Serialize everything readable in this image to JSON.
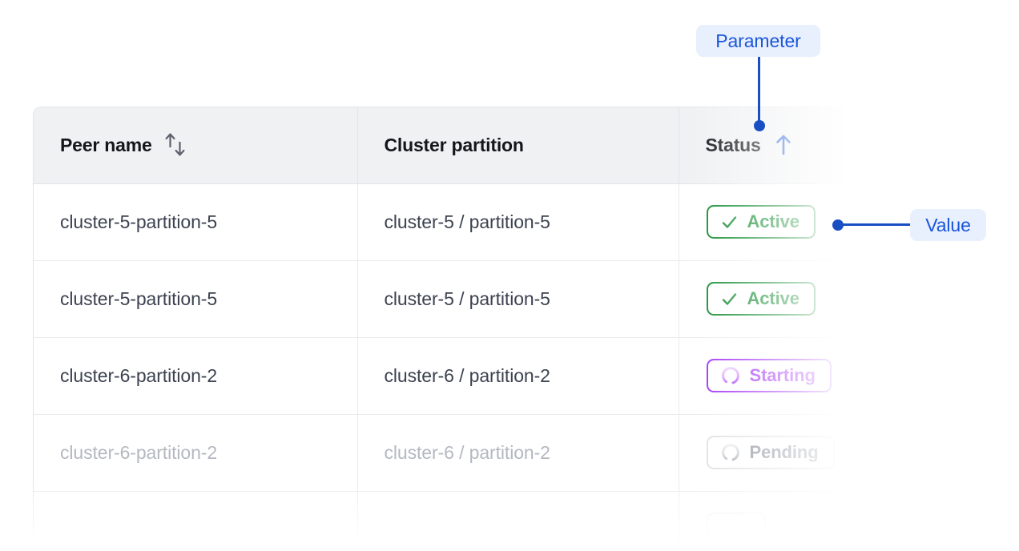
{
  "table": {
    "columns": [
      {
        "key": "peer",
        "label": "Peer name",
        "sort_icon": "sort-updown-icon",
        "sorted": false
      },
      {
        "key": "cluster",
        "label": "Cluster partition",
        "sort_icon": null,
        "sorted": false
      },
      {
        "key": "status",
        "label": "Status",
        "sort_icon": "arrow-up-icon",
        "sorted": true
      }
    ],
    "rows": [
      {
        "peer": "cluster-5-partition-5",
        "cluster": "cluster-5 / partition-5",
        "status": "Active",
        "status_kind": "active",
        "status_icon": "check-icon",
        "dimmed": false
      },
      {
        "peer": "cluster-5-partition-5",
        "cluster": "cluster-5 / partition-5",
        "status": "Active",
        "status_kind": "active",
        "status_icon": "check-icon",
        "dimmed": false
      },
      {
        "peer": "cluster-6-partition-2",
        "cluster": "cluster-6 / partition-2",
        "status": "Starting",
        "status_kind": "starting",
        "status_icon": "spinner-icon",
        "dimmed": false
      },
      {
        "peer": "cluster-6-partition-2",
        "cluster": "cluster-6 / partition-2",
        "status": "Pending",
        "status_kind": "pending",
        "status_icon": "spinner-icon",
        "dimmed": true
      },
      {
        "peer": "",
        "cluster": "",
        "status": "",
        "status_kind": "ghost",
        "status_icon": null,
        "dimmed": true
      }
    ]
  },
  "annotations": {
    "parameter": {
      "label": "Parameter",
      "points_to": "Status column header"
    },
    "value": {
      "label": "Value",
      "points_to": "Active status badge"
    }
  },
  "colors": {
    "accent_blue": "#1a56db",
    "callout_line": "#1a4fc4",
    "pill_bg": "#e8effd",
    "active_green": "#118a2e",
    "starting_purple": "#a22ef5",
    "pending_gray": "#8b9099",
    "header_bg": "#f0f1f3",
    "border": "#e3e5e8",
    "text_primary": "#14161a",
    "text_body": "#3c4250",
    "text_muted": "#b4b8c0"
  }
}
